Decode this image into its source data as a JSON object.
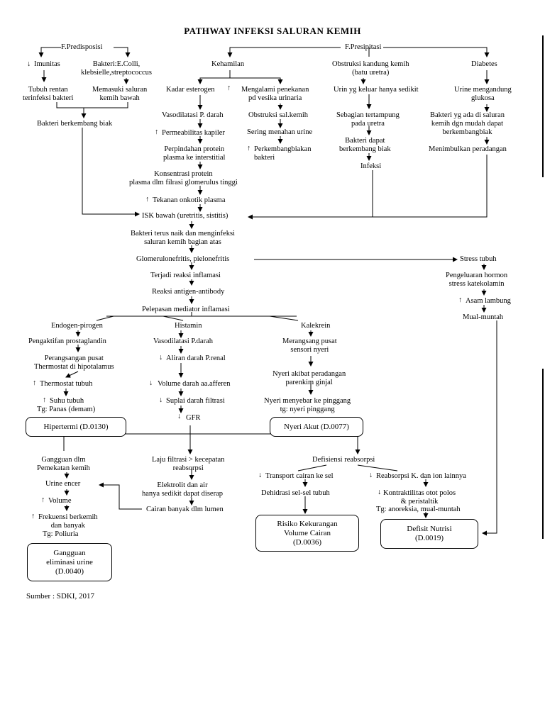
{
  "title": "PATHWAY INFEKSI SALURAN KEMIH",
  "source": "Sumber : SDKI, 2017",
  "nodes": {
    "predisposisi": "F.Predisposisi",
    "presipitasi": "F.Presipitasi",
    "imunitas": "Imunitas",
    "bakteri_ecoli": "Bakteri:E.Colli,\nklebsielle,streptococcus",
    "tubuh_rentan": "Tubuh rentan\nterinfeksi bakteri",
    "memasuki": "Memasuki saluran\nkemih bawah",
    "berkembang_biak": "Bakteri berkembang biak",
    "kehamilan": "Kehamilan",
    "obstruksi": "Obstruksi kandung kemih\n(batu uretra)",
    "diabetes": "Diabetes",
    "kadar_esterogen": "Kadar esterogen",
    "penekanan": "Mengalami penekanan\npd vesika urinaria",
    "vasodilatasi": "Vasodilatasi P. darah",
    "obstruksi_sal": "Obstruksi sal.kemih",
    "permeabilitas": "Permeabilitas kapiler",
    "menahan_urine": "Sering menahan urine",
    "perpindahan": "Perpindahan protein\nplasma ke interstitial",
    "perkembangbiakan": "Perkembangbiakan\nbakteri",
    "konsentrasi": "Konsentrasi protein\nplasma dlm filrasi glomerulus tinggi",
    "tekanan_onkotik": "Tekanan onkotik plasma",
    "urin_keluar": "Urin yg keluar hanya sedikit",
    "tertampung": "Sebagian tertampung\npada uretra",
    "bakteri_dapat": "Bakteri dapat\nberkembang biak",
    "infeksi": "Infeksi",
    "urine_glukosa": "Urine mengandung\nglukosa",
    "bakteri_saluran": "Bakteri yg ada di saluran\nkemih dgn mudah dapat\nberkembangbiak",
    "menimbulkan": "Menimbulkan peradangan",
    "isk_bawah": "ISK bawah (uretritis, sistitis)",
    "bakteri_naik": "Bakteri terus naik dan menginfeksi\nsaluran kemih bagian atas",
    "glomerulonefritis": "Glomerulonefritis, pielonefritis",
    "stress": "Stress tubuh",
    "pengeluaran": "Pengeluaran hormon\nstress katekolamin",
    "asam_lambung": "Asam lambung",
    "mual_muntah": "Mual-muntah",
    "reaksi_inflamasi": "Terjadi reaksi inflamasi",
    "antigen": "Reaksi antigen-antibody",
    "mediator": "Pelepasan mediator inflamasi",
    "endogen": "Endogen-pirogen",
    "histamin": "Histamin",
    "kalekrein": "Kalekrein",
    "prostaglandin": "Pengaktifan prostaglandin",
    "vasodilatasi2": "Vasodilatasi P.darah",
    "merangsang_nyeri": "Merangsang pusat\nsensori nyeri",
    "thermostat_pusat": "Perangsangan pusat\nThermostat di hipotalamus",
    "aliran_renal": "Aliran darah P.renal",
    "nyeri_peradangan": "Nyeri akibat peradangan\nparenkim ginjal",
    "thermostat_tubuh": "Thermostat tubuh",
    "volume_afferen": "Volume darah aa.afferen",
    "nyeri_pinggang": "Nyeri menyebar ke pinggang\ntg: nyeri pinggang",
    "suhu_tubuh": "Suhu tubuh",
    "tg_panas": "Tg: Panas (demam)",
    "suplai": "Suplai darah filtrasi",
    "gfr": "GFR",
    "gangguan_pemekatan": "Gangguan dlm\nPemekatan kemih",
    "laju_filtrasi": "Laju filtrasi > kecepatan\nreabsorpsi",
    "defisiensi": "Defisiensi reabsorpsi",
    "urine_encer": "Urine encer",
    "elektrolit": "Elektrolit dan air\nhanya sedikit dapat diserap",
    "transport": "Transport cairan ke sel",
    "reabsorpsi_k": "Reabsorpsi K. dan ion lainnya",
    "volume": "Volume",
    "dehidrasi": "Dehidrasi sel-sel tubuh",
    "kontraktilitas": "Kontraktilitas otot polos\n& peristaltik",
    "tg_anoreksia": "Tg: anoreksia, mual-muntah",
    "frekuensi": "Frekuensi berkemih\ndan banyak",
    "tg_poliuria": "Tg: Poliuria",
    "cairan_lumen": "Cairan banyak dlm lumen"
  },
  "diagnoses": {
    "hipertermi": "Hipertermi (D.0130)",
    "nyeri_akut": "Nyeri Akut (D.0077)",
    "kekurangan_volume": "Risiko Kekurangan\nVolume Cairan\n(D.0036)",
    "defisit_nutrisi": "Defisit Nutrisi\n(D.0019)",
    "gangguan_eliminasi": "Gangguan\neliminasi urine\n(D.0040)"
  },
  "colors": {
    "line": "#000000",
    "background": "#ffffff"
  }
}
